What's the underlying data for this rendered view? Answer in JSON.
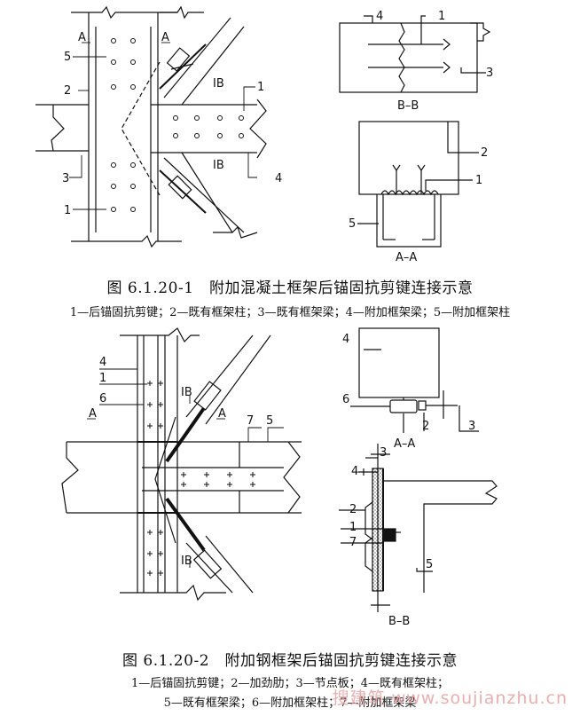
{
  "figure1": {
    "title": "图 6.1.20-1　附加混凝土框架后锚固抗剪键连接示意",
    "legend": "1—后锚固抗剪键；2—既有框架柱；3—既有框架梁；4—附加框架梁；5—附加框架柱",
    "labels": {
      "n1a": "1",
      "n1b": "1",
      "n2a": "2",
      "n3a": "3",
      "n4a": "4",
      "n5a": "5",
      "secA1": "A",
      "secA2": "A",
      "secB1": "IB",
      "secB2": "IB",
      "bb_n4": "4",
      "bb_n1": "1",
      "bb_n3": "3",
      "bb_title": "B–B",
      "aa_n2": "2",
      "aa_n1": "1",
      "aa_n5": "5",
      "aa_title": "A–A"
    }
  },
  "figure2": {
    "title": "图 6.1.20-2　附加钢框架后锚固抗剪键连接示意",
    "legend1": "1—后锚固抗剪键；2—加劲肋；3—节点板；4—既有框架柱；",
    "legend2": "5—既有框架梁；6—附加框架柱；7—附加框架梁",
    "labels": {
      "n4": "4",
      "n1": "1",
      "n6": "6",
      "secA1": "A",
      "secA2": "A",
      "n7": "7",
      "n5": "5",
      "secB1": "IB",
      "secB2": "IB",
      "aa_n4": "4",
      "aa_n6": "6",
      "aa_n2": "2",
      "aa_n3": "3",
      "aa_title": "A–A",
      "bb_n3": "3",
      "bb_n4": "4",
      "bb_n2": "2",
      "bb_n1": "1",
      "bb_n7": "7",
      "bb_n5": "5",
      "bb_title": "B–B"
    }
  },
  "watermark": "搜建筑 www.soujianzhu.cn"
}
